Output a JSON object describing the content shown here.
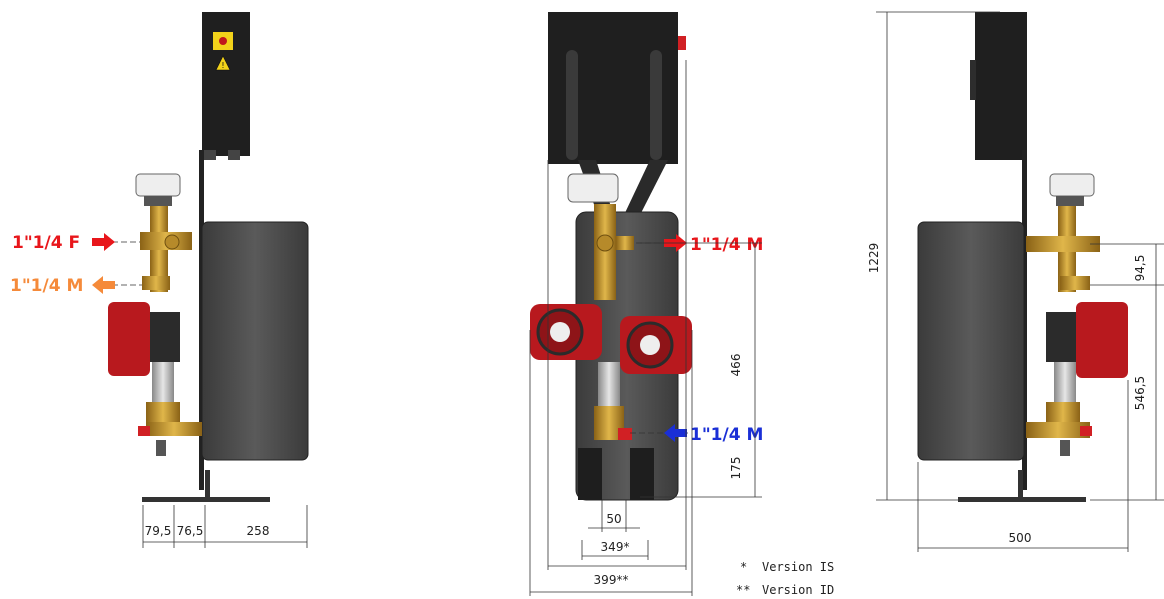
{
  "colors": {
    "supply_red": "#e8161b",
    "return_orange": "#f58a3a",
    "return_blue": "#1a2fd6",
    "pump_red": "#b8191e",
    "brass": "#c79a32",
    "box_black": "#1e1e1e",
    "tank_grey": "#4a4a4a"
  },
  "left_view": {
    "conn_top": "1\"1/4 F",
    "conn_bottom": "1\"1/4 M",
    "dim_a": "79,5",
    "dim_b": "76,5",
    "dim_c": "258"
  },
  "center_view": {
    "conn_top": "1\"1/4 M",
    "conn_bottom": "1\"1/4 M",
    "dim_height": "466",
    "dim_bottom": "175",
    "dim_50": "50",
    "dim_349": "349*",
    "dim_399": "399**"
  },
  "right_view": {
    "dim_total": "1229",
    "dim_94": "94,5",
    "dim_546": "546,5",
    "dim_width": "500"
  },
  "legend": {
    "star1": "*",
    "label1": "Version IS",
    "star2": "**",
    "label2": "Version ID"
  },
  "icons": {
    "warning": "warning-icon",
    "arrow_right": "arrow-right-icon",
    "arrow_left": "arrow-left-icon"
  }
}
